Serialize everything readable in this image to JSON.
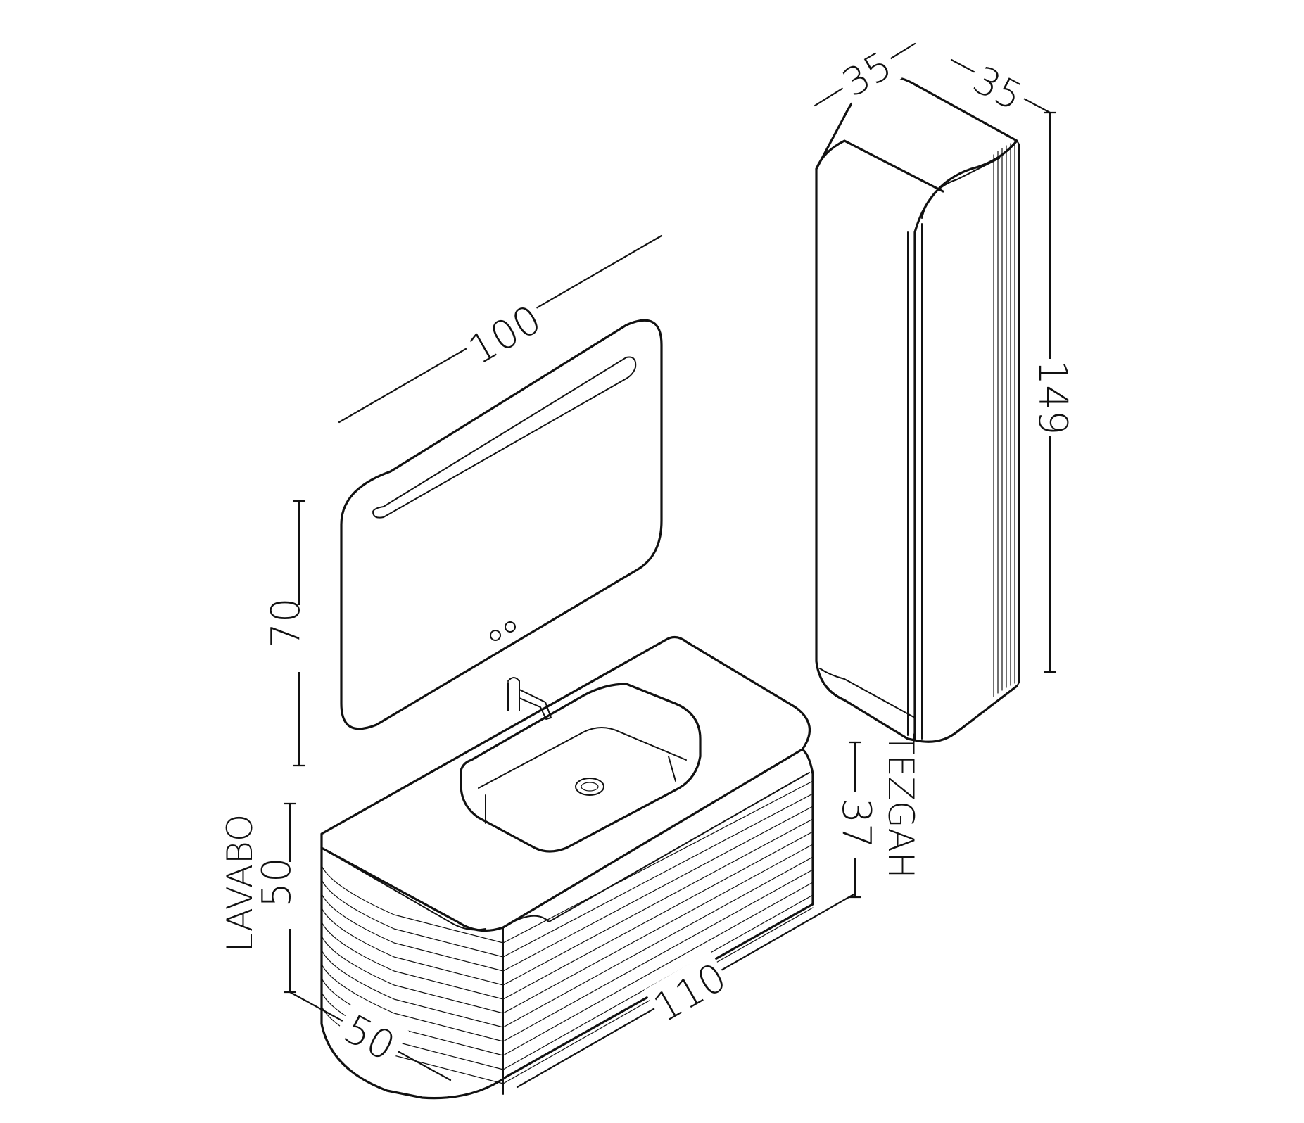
{
  "dimensions": {
    "mirror_width": "100",
    "mirror_height": "70",
    "cabinet_depth_a": "35",
    "cabinet_depth_b": "35",
    "cabinet_height": "149",
    "counter_label": "TEZGAH",
    "counter_value": "37",
    "basin_label": "LAVABO",
    "basin_value": "50",
    "vanity_depth": "50",
    "vanity_width": "110"
  },
  "colors": {
    "line": "#111111",
    "background": "#ffffff"
  }
}
